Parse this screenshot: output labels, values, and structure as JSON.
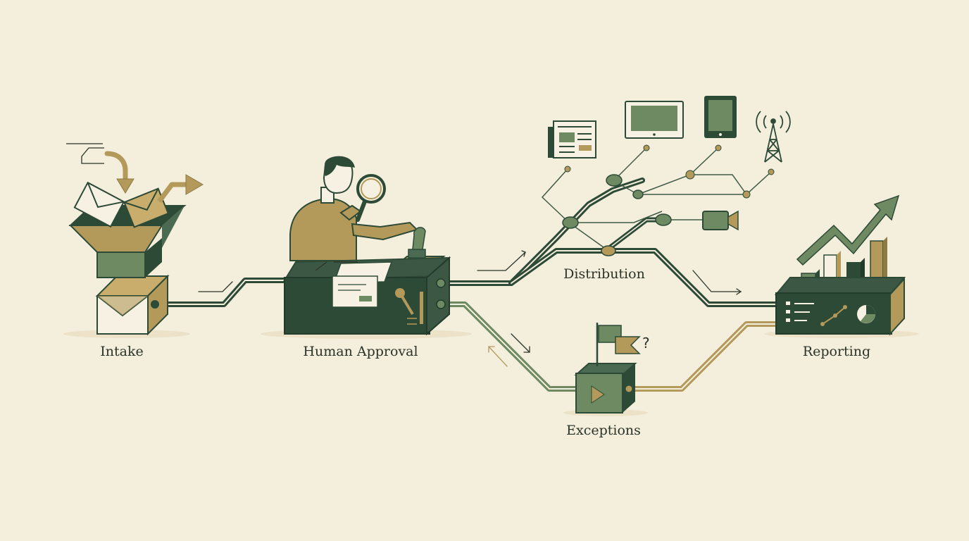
{
  "colors": {
    "background": "#f4eedd",
    "dark_green": "#2d4a36",
    "mid_green": "#6d8a62",
    "gold": "#b3995a",
    "ink": "#2b3327",
    "paper": "#f6f1e2"
  },
  "stages": {
    "intake": {
      "label": "Intake"
    },
    "approval": {
      "label": "Human Approval"
    },
    "distribution": {
      "label": "Distribution"
    },
    "exceptions": {
      "label": "Exceptions"
    },
    "reporting": {
      "label": "Reporting"
    }
  },
  "exceptions_symbol": "?",
  "icons": {
    "intake": [
      "envelope-icon",
      "funnel-icon",
      "arrow-icon"
    ],
    "approval": [
      "person-icon",
      "magnifier-icon",
      "stamp-icon",
      "document-icon"
    ],
    "distribution": [
      "newspaper-icon",
      "monitor-icon",
      "tablet-icon",
      "broadcast-tower-icon",
      "video-camera-icon"
    ],
    "exceptions": [
      "flag-icon",
      "play-icon"
    ],
    "reporting": [
      "bar-chart-icon",
      "trend-arrow-icon",
      "pie-chart-icon",
      "line-chart-icon"
    ]
  }
}
